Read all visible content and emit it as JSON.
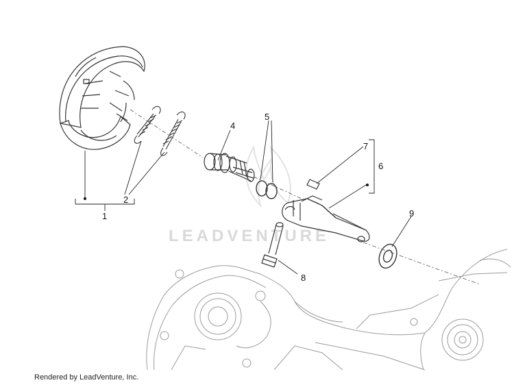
{
  "watermark": "LEADVENTURE",
  "footer": "Rendered by LeadVenture, Inc.",
  "callouts": [
    "1",
    "2",
    "4",
    "5",
    "6",
    "7",
    "8",
    "9"
  ]
}
